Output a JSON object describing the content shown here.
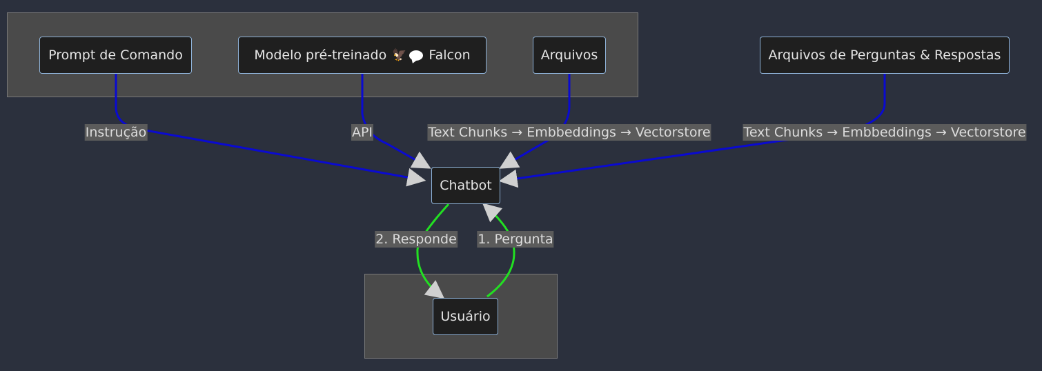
{
  "diagram": {
    "nodes": {
      "prompt": "Prompt de Comando",
      "modelo_prefix": "Modelo pré-treinado",
      "modelo_icon_1": "🦅",
      "modelo_icon_2": "speech-bubble-icon",
      "modelo_suffix": "Falcon",
      "arquivos": "Arquivos",
      "qa": "Arquivos de Perguntas & Respostas",
      "chatbot": "Chatbot",
      "usuario": "Usuário"
    },
    "edges": {
      "instrucao": "Instrução",
      "api": "API",
      "chunks_arquivos": "Text Chunks → Embbeddings → Vectorstore",
      "chunks_qa": "Text Chunks → Embbeddings → Vectorstore",
      "responde": "2. Responde",
      "pergunta": "1. Pergunta"
    },
    "colors": {
      "background": "#2b303d",
      "cluster": "#4a4a4a",
      "node_fill": "#1f1f1f",
      "node_border": "#8fb3d9",
      "edge_input": "#0a0ad0",
      "edge_dialog": "#22e022",
      "label_bg": "#5b5b5b",
      "text": "#e6e6e6"
    }
  }
}
